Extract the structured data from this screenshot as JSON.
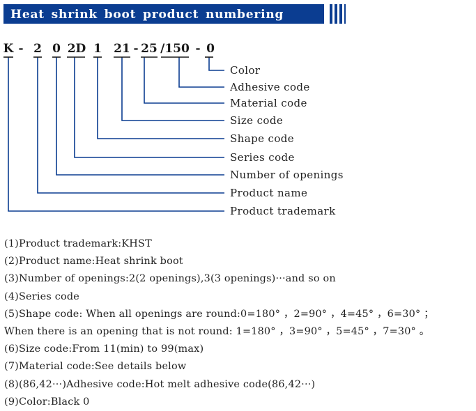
{
  "header": {
    "title": "Heat shrink boot product numbering rules",
    "accent_color": "#0b3d91"
  },
  "code": {
    "parts": [
      "K",
      "-",
      "2",
      "0",
      "2D",
      "1",
      "21",
      "-",
      "25",
      "/150",
      "-",
      "0"
    ]
  },
  "legend": [
    "Color",
    "Adhesive code",
    "Material code",
    "Size code",
    "Shape code",
    "Series code",
    "Number of openings",
    "Product name",
    "Product trademark"
  ],
  "notes": [
    "(1)Product trademark:KHST",
    "(2)Product name:Heat shrink boot",
    "(3)Number of openings:2(2 openings),3(3 openings)···and so on",
    "(4)Series code",
    "(5)Shape code:  When all openings are round:0=180° ，2=90° ，4=45° ，6=30° ；",
    "When there is an opening that is not round:  1=180° ，3=90° ，5=45° ，7=30° 。",
    "(6)Size code:From 11(min) to 99(max)",
    "(7)Material code:See details below",
    "(8)(86,42···)Adhesive  code:Hot melt adhesive code(86,42···)",
    "(9)Color:Black 0"
  ]
}
